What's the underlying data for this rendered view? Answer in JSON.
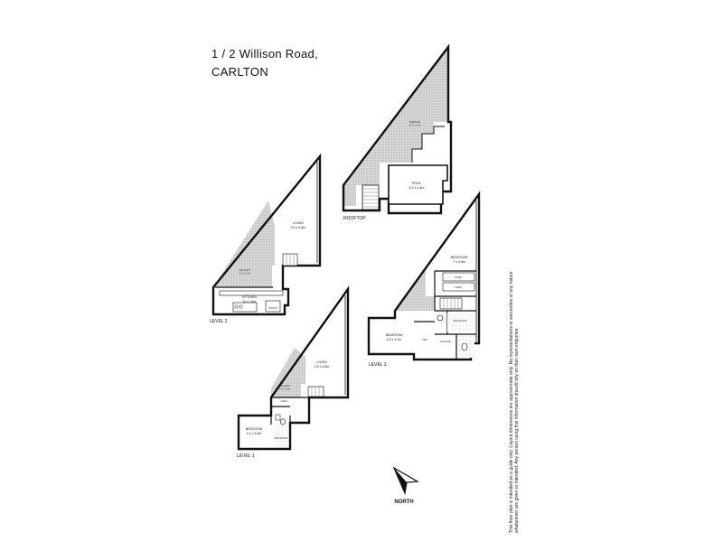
{
  "address": {
    "line1": "1 / 2 Willison Road,",
    "line2": "CARLTON"
  },
  "levels": {
    "rooftop": "ROOFTOP",
    "level2": "LEVEL 2",
    "level1": "LEVEL 1",
    "level3": "LEVEL 3"
  },
  "rooms": {
    "terrace": {
      "name": "TERRACE",
      "size": "10.4 x 7.9m"
    },
    "pool": {
      "name": "POOL",
      "size": "6.3 x 4.4m"
    },
    "living_l2": {
      "name": "LIVING",
      "size": "9.6 x 4.8m"
    },
    "balcony_l2": {
      "name": "BALCONY",
      "size": "4.9 x 1.5m"
    },
    "kitchen": {
      "name": "KITCHEN",
      "size": "8 x 1.8m"
    },
    "pantry": "PANTRY",
    "bedroom_l3a": {
      "name": "BEDROOM",
      "size": "7 x 4.8m"
    },
    "robe": "ROBE",
    "linen": "LINEN",
    "bedroom_l3b": {
      "name": "BEDROOM",
      "size": "4.4 x 4.1m"
    },
    "bathroom_l3": "BATHROOM",
    "wir": "WIR",
    "ensuite": "ENSUITE",
    "living_l1": {
      "name": "LIVING",
      "size": "9.5 x 4.8m"
    },
    "balcony_l1": {
      "name": "BALCONY",
      "size": "7.1 x 1.6m"
    },
    "linen_l1": "LINEN",
    "bedroom_l1": {
      "name": "BEDROOM",
      "size": "4.4 x 3.6m"
    },
    "bathroom_l1": "BATHROOM"
  },
  "north_label": "NORTH",
  "disclaimer": {
    "line1": "This floor plan is intended as a guide only. Layout dimensions are approximate only. No representations or warranties of any nature",
    "line2": "whatsoever are given or intended. Any person using this information should rely on their own enquiries."
  },
  "colors": {
    "wall": "#111111",
    "outdoor_fill": "#c8c8c8"
  }
}
